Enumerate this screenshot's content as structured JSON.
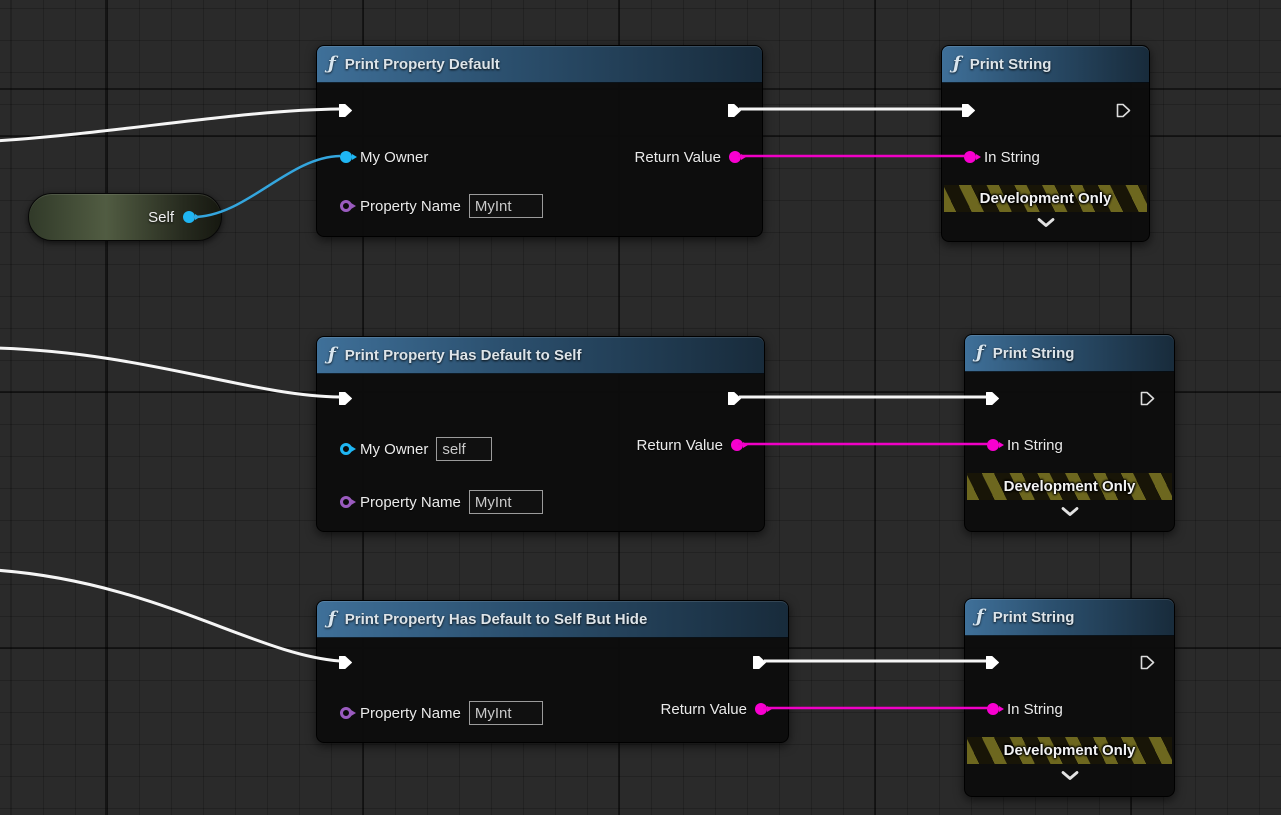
{
  "icons": {
    "function_glyph": "ƒ"
  },
  "colors": {
    "canvas_background": "#2a2a2a",
    "node_header_blue": "#3f7099",
    "node_body": "#0d0d0d",
    "exec_pin_white": "#ffffff",
    "object_pin_cyan": "#1fb6f3",
    "name_pin_purple": "#9a5bbf",
    "string_pin_magenta": "#f800d0",
    "object_wire_blue": "#34a6de",
    "dev_banner_olive": "#6d671f",
    "self_node_green": "#515c42"
  },
  "nodes": {
    "print_property_default": {
      "title": "Print Property Default",
      "my_owner_label": "My Owner",
      "return_value_label": "Return Value",
      "property_name_label": "Property Name",
      "property_name_value": "MyInt"
    },
    "print_string_1": {
      "title": "Print String",
      "in_string_label": "In String",
      "banner": "Development Only"
    },
    "self_var": {
      "label": "Self"
    },
    "print_property_has_default": {
      "title": "Print Property Has Default to Self",
      "my_owner_label": "My Owner",
      "my_owner_value": "self",
      "return_value_label": "Return Value",
      "property_name_label": "Property Name",
      "property_name_value": "MyInt"
    },
    "print_string_2": {
      "title": "Print String",
      "in_string_label": "In String",
      "banner": "Development Only"
    },
    "print_property_hide": {
      "title": "Print Property Has Default to Self But Hide",
      "return_value_label": "Return Value",
      "property_name_label": "Property Name",
      "property_name_value": "MyInt"
    },
    "print_string_3": {
      "title": "Print String",
      "in_string_label": "In String",
      "banner": "Development Only"
    }
  }
}
